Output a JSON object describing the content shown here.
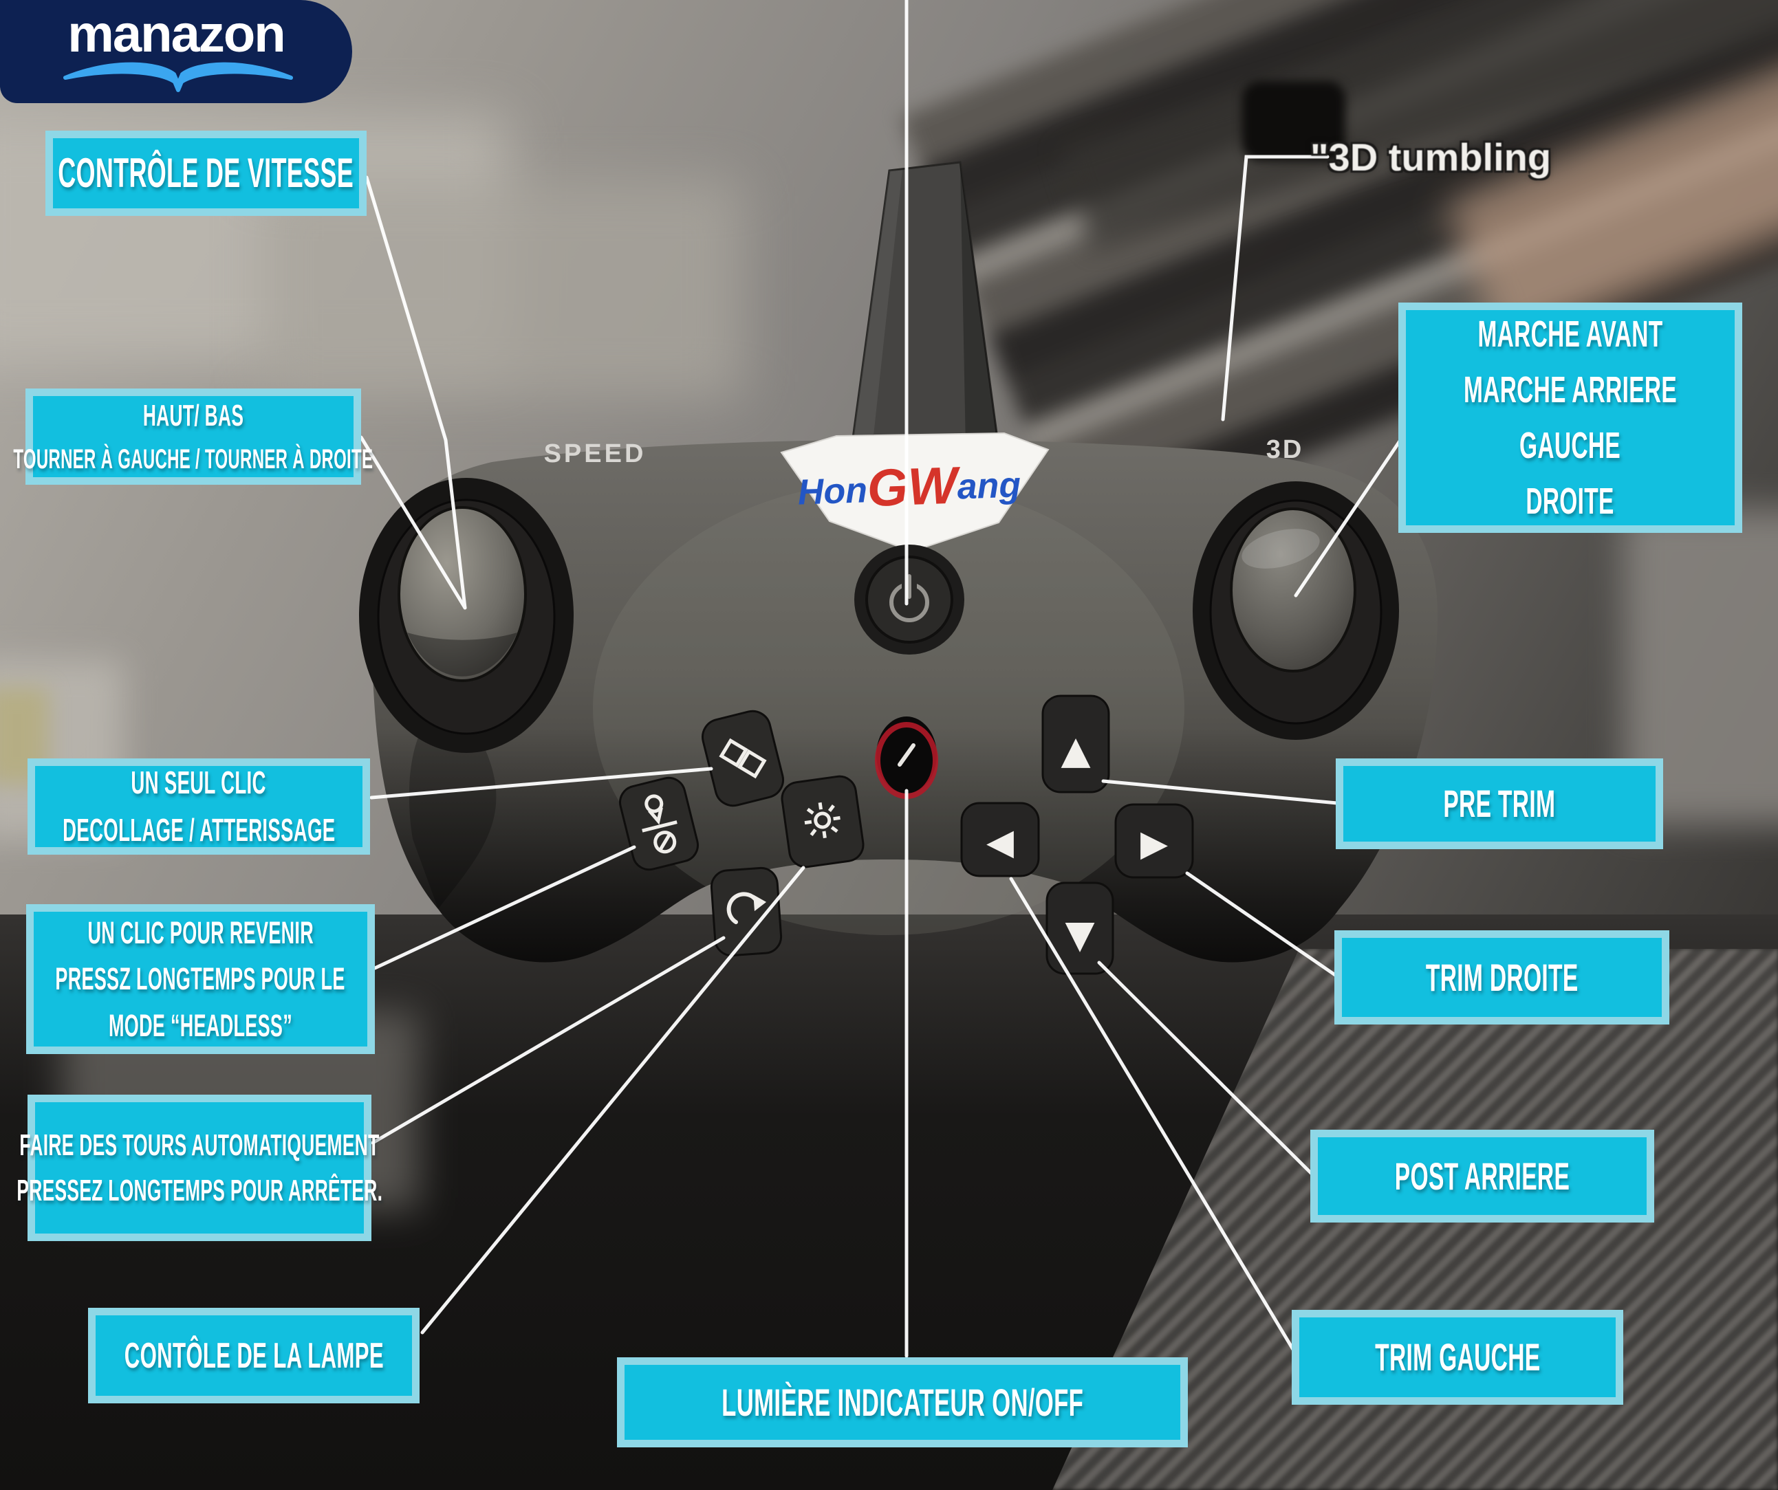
{
  "logo": {
    "text": "manazon"
  },
  "photo_text": {
    "tumbling_caption": "\"3D tumbling"
  },
  "controller": {
    "brand": {
      "part1": "Hon",
      "part2": "GW",
      "part3": "ang"
    },
    "left_stick_label": "SPEED",
    "right_stick_label": "3D",
    "glyphs": {
      "up": "▲",
      "down": "▼",
      "left": "◀",
      "right": "▶"
    },
    "buttons": [
      {
        "name": "flip-button",
        "icon": "double-diamond-icon"
      },
      {
        "name": "takeoff-landing-button",
        "icon": "pin-over-circle-icon"
      },
      {
        "name": "light-button",
        "icon": "sun-rays-icon"
      },
      {
        "name": "rotate-button",
        "icon": "clockwise-arrow-icon"
      },
      {
        "name": "power-button",
        "icon": "power-icon"
      },
      {
        "name": "indicator-led",
        "icon": "led-icon"
      },
      {
        "name": "dpad-up",
        "icon": "triangle-up-icon"
      },
      {
        "name": "dpad-left",
        "icon": "triangle-left-icon"
      },
      {
        "name": "dpad-right",
        "icon": "triangle-right-icon"
      },
      {
        "name": "dpad-down",
        "icon": "triangle-down-icon"
      }
    ]
  },
  "labels": {
    "speed_control": {
      "lines": [
        "CONTRÔLE DE VITESSE"
      ]
    },
    "up_down": {
      "lines": [
        "HAUT/ BAS",
        "TOURNER À GAUCHE / TOURNER À DROITE"
      ]
    },
    "marche": {
      "lines": [
        "MARCHE AVANT",
        "MARCHE ARRIERE",
        "GAUCHE",
        "DROITE"
      ]
    },
    "one_click": {
      "lines": [
        "UN SEUL CLIC",
        "DECOLLAGE / ATTERISSAGE"
      ]
    },
    "pre_trim": {
      "lines": [
        "PRE TRIM"
      ]
    },
    "revenir": {
      "lines": [
        "UN CLIC POUR REVENIR",
        "PRESSZ LONGTEMPS POUR LE",
        "MODE “HEADLESS”"
      ]
    },
    "trim_droite": {
      "lines": [
        "TRIM DROITE"
      ]
    },
    "tours": {
      "lines": [
        "FAIRE DES TOURS AUTOMATIQUEMENT",
        "PRESSEZ LONGTEMPS POUR ARRÊTER."
      ]
    },
    "post_arriere": {
      "lines": [
        "POST ARRIERE"
      ]
    },
    "lampe": {
      "lines": [
        "CONTÔLE DE LA LAMPE"
      ]
    },
    "trim_gauche": {
      "lines": [
        "TRIM GAUCHE"
      ]
    },
    "lumiere": {
      "lines": [
        "LUMIÈRE INDICATEUR ON/OFF"
      ]
    }
  },
  "colors": {
    "label_fill": "#12bfdf",
    "label_border": "#8ed7e6",
    "logo_bg": "#0d2152",
    "logo_swoosh": "#3ba6f0",
    "brand_blue": "#2356c5",
    "brand_red": "#d5342a",
    "led_ring_red": "#b01a28",
    "callout_line": "#ffffff"
  }
}
